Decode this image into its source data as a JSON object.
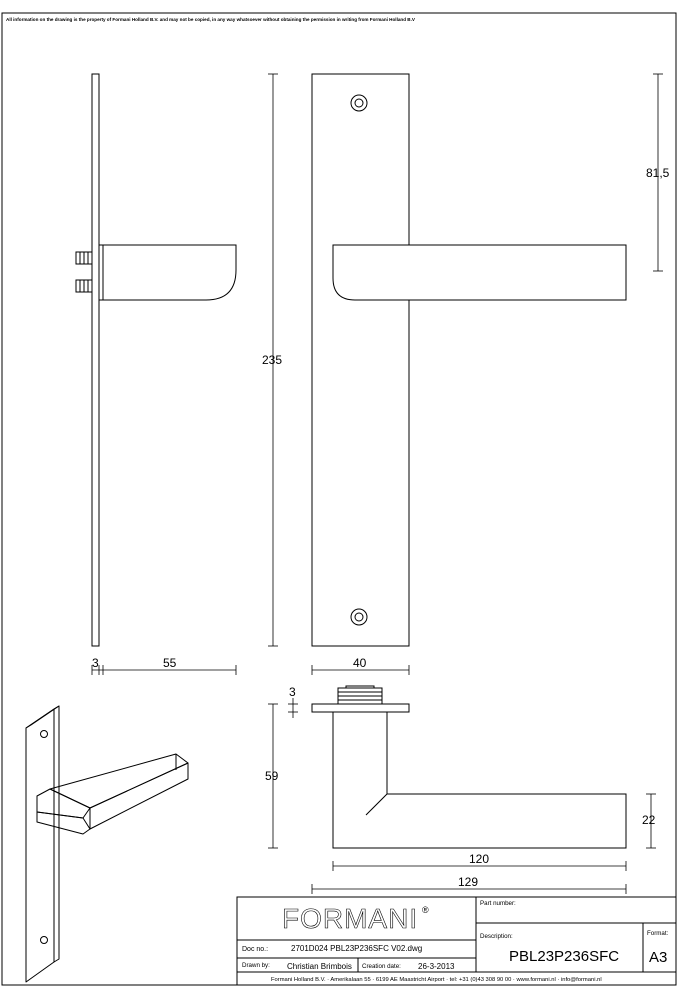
{
  "notice": "All information on the drawing is the property of Formani Holland B.V. and may not be copied, in any way whatsoever without obtaining the permission in writing from Formani Holland B.V",
  "dimensions": {
    "plate_height": "235",
    "handle_offset": "81,5",
    "plate_thickness": "3",
    "projection": "55",
    "plate_width": "40",
    "rose_thickness": "3",
    "lever_height": "59",
    "lever_thickness": "22",
    "lever_length": "120",
    "total_length": "129"
  },
  "title_block": {
    "brand": "FORMANI",
    "registered_mark": "®",
    "part_number_label": "Part number:",
    "part_number_value": "",
    "description_label": "Description:",
    "description_value": "PBL23P236SFC",
    "format_label": "Format:",
    "format_value": "A3",
    "doc_no_label": "Doc no.:",
    "doc_no_value": "2701D024 PBL23P236SFC V02.dwg",
    "drawn_by_label": "Drawn by:",
    "drawn_by_value": "Christian Brimbois",
    "creation_date_label": "Creation date:",
    "creation_date_value": "26-3-2013",
    "footer": "Formani Holland B.V. · Amerikalaan 55 · 6199 AE Maastricht Airport · tel: +31 (0)43 308 90 00 · www.formani.nl · info@formani.nl"
  }
}
